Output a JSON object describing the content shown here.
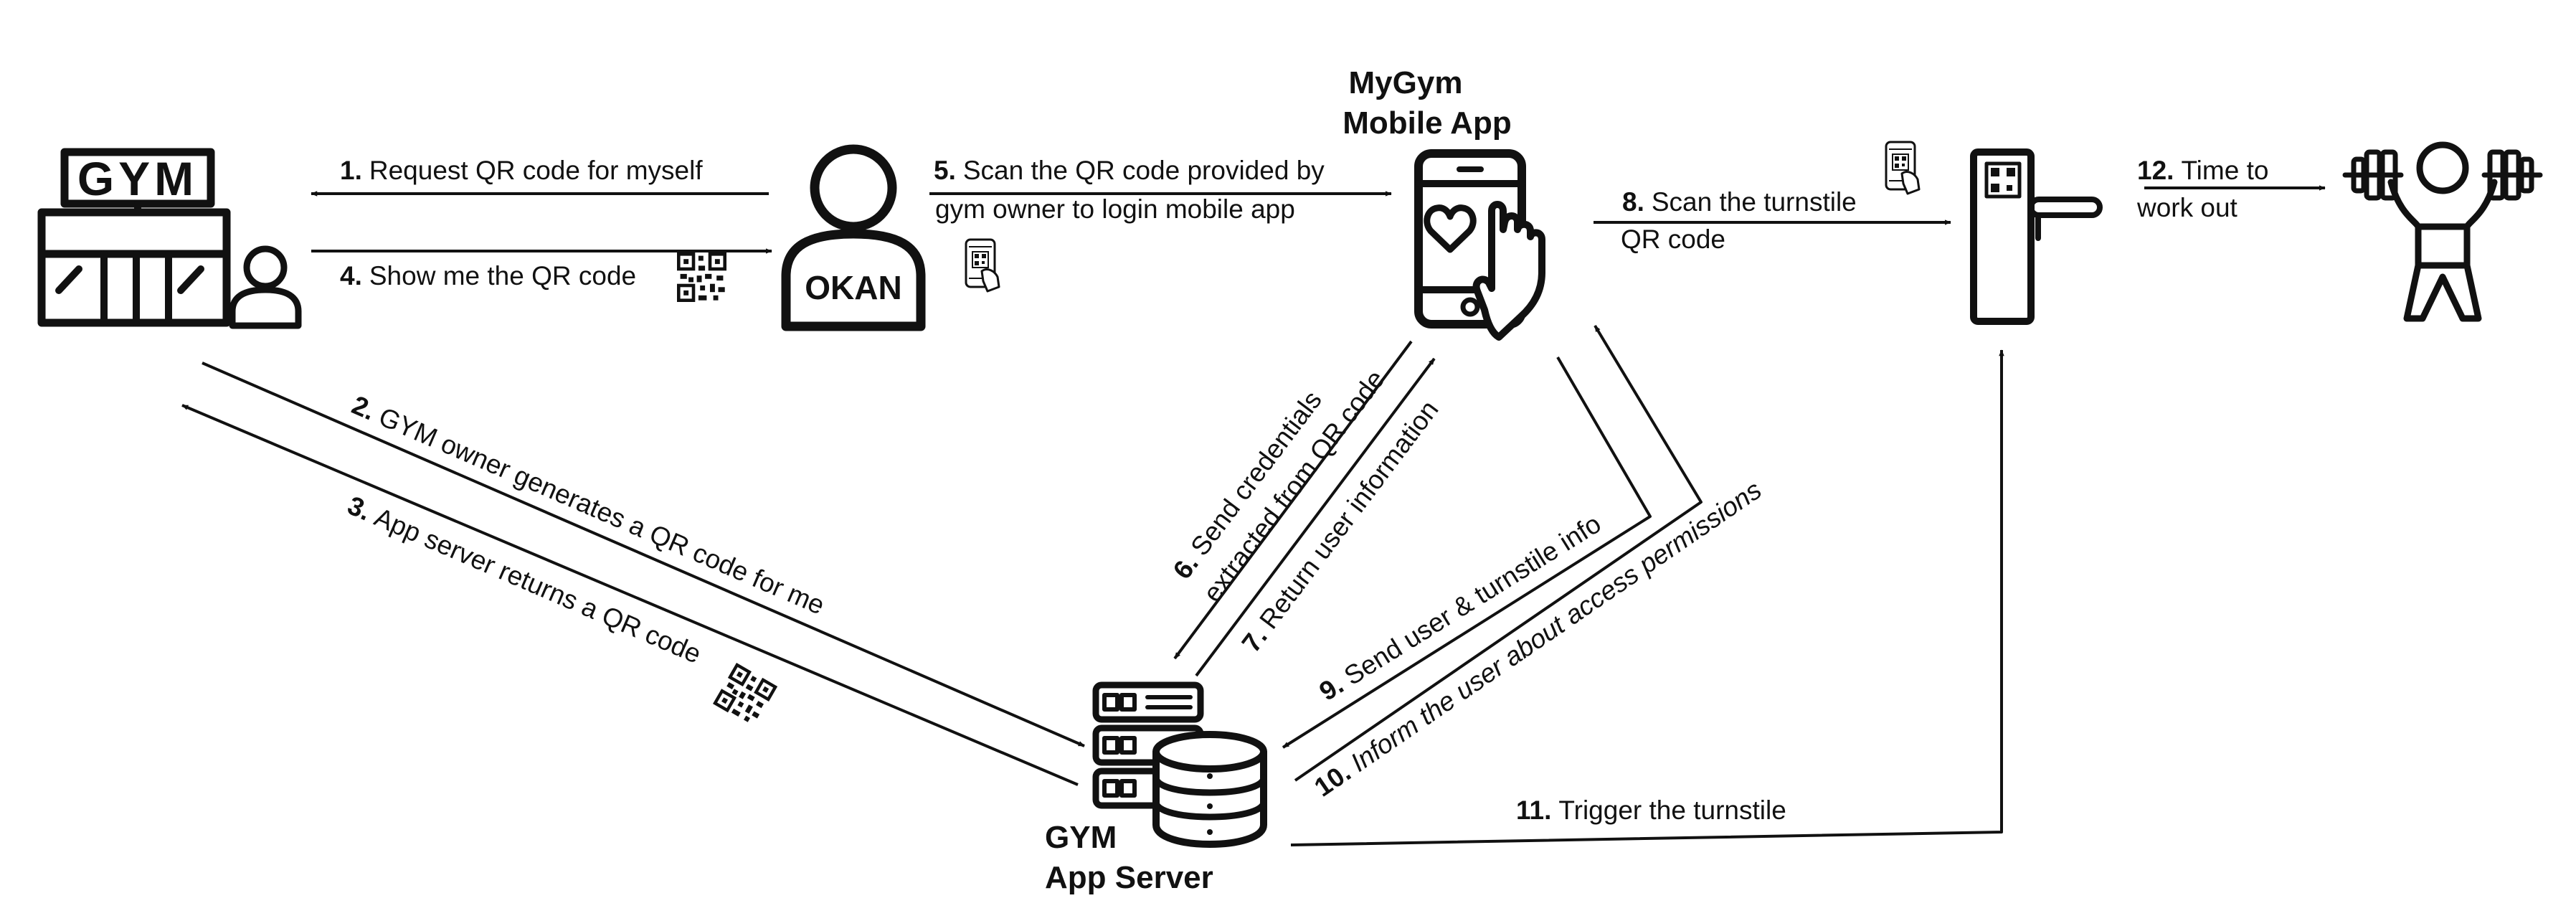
{
  "nodes": {
    "gym_sign": "GYM",
    "person_badge": "OKAN",
    "mobile_title": [
      "MyGym",
      "Mobile App"
    ],
    "server_title": [
      "GYM",
      "App Server"
    ]
  },
  "steps": [
    {
      "num": "1.",
      "text": "Request QR code for myself"
    },
    {
      "num": "2.",
      "text": "GYM owner generates a QR code for me"
    },
    {
      "num": "3.",
      "text": "App server returns a QR code"
    },
    {
      "num": "4.",
      "text": "Show me the QR code"
    },
    {
      "num": "5.",
      "text": "Scan the QR code provided by",
      "text2": "gym owner to login mobile app"
    },
    {
      "num": "6.",
      "text": "Send credentials",
      "text2": "extracted from QR code"
    },
    {
      "num": "7.",
      "text": "Return user information"
    },
    {
      "num": "8.",
      "text": "Scan the turnstile",
      "text2": "QR code"
    },
    {
      "num": "9.",
      "text": "Send user & turnstile info"
    },
    {
      "num": "10.",
      "text": "Inform the user about access permissions"
    },
    {
      "num": "11.",
      "text": "Trigger the turnstile"
    },
    {
      "num": "12.",
      "text": "Time to",
      "text2": "work out"
    }
  ]
}
